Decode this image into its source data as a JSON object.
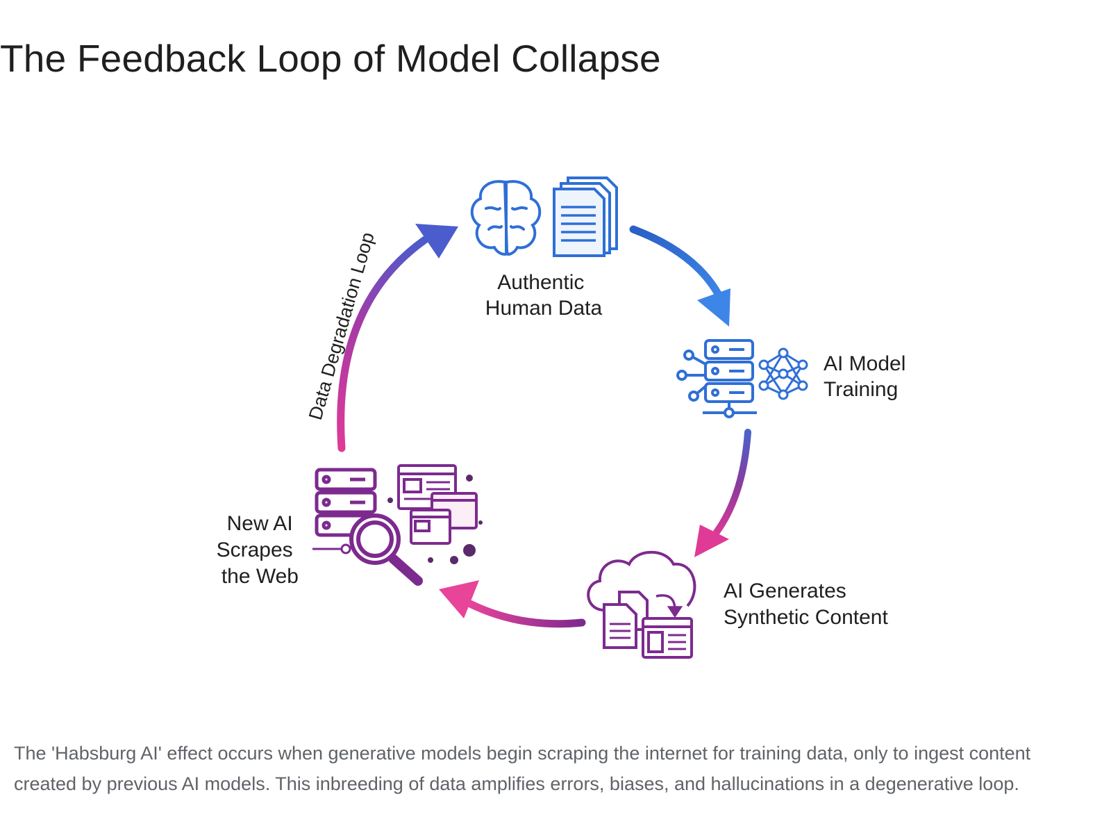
{
  "title": "The Feedback Loop of Model Collapse",
  "diagram": {
    "nodes": [
      {
        "id": "authentic",
        "label_lines": [
          "Authentic",
          "Human Data"
        ],
        "icons": [
          "brain-icon",
          "documents-icon"
        ]
      },
      {
        "id": "training",
        "label_lines": [
          "AI Model",
          "Training"
        ],
        "icons": [
          "server-stack-icon",
          "neural-network-icon"
        ]
      },
      {
        "id": "synthetic",
        "label_lines": [
          "AI Generates",
          "Synthetic Content"
        ],
        "icons": [
          "cloud-icon",
          "file-icon",
          "browser-window-icon"
        ]
      },
      {
        "id": "scrape",
        "label_lines": [
          "New AI",
          "Scrapes",
          "the Web"
        ],
        "icons": [
          "server-stack-icon",
          "magnifier-icon",
          "browser-window-icon"
        ]
      }
    ],
    "loop_label": "Data Degradation Loop",
    "colors": {
      "blue": "#2f6fd6",
      "magenta": "#d6338f",
      "purple": "#8a3a9e"
    }
  },
  "caption": "The 'Habsburg AI' effect occurs when generative models begin scraping the internet for training data, only to ingest content created by previous AI models. This inbreeding of data amplifies errors, biases, and hallucinations in a degenerative loop."
}
